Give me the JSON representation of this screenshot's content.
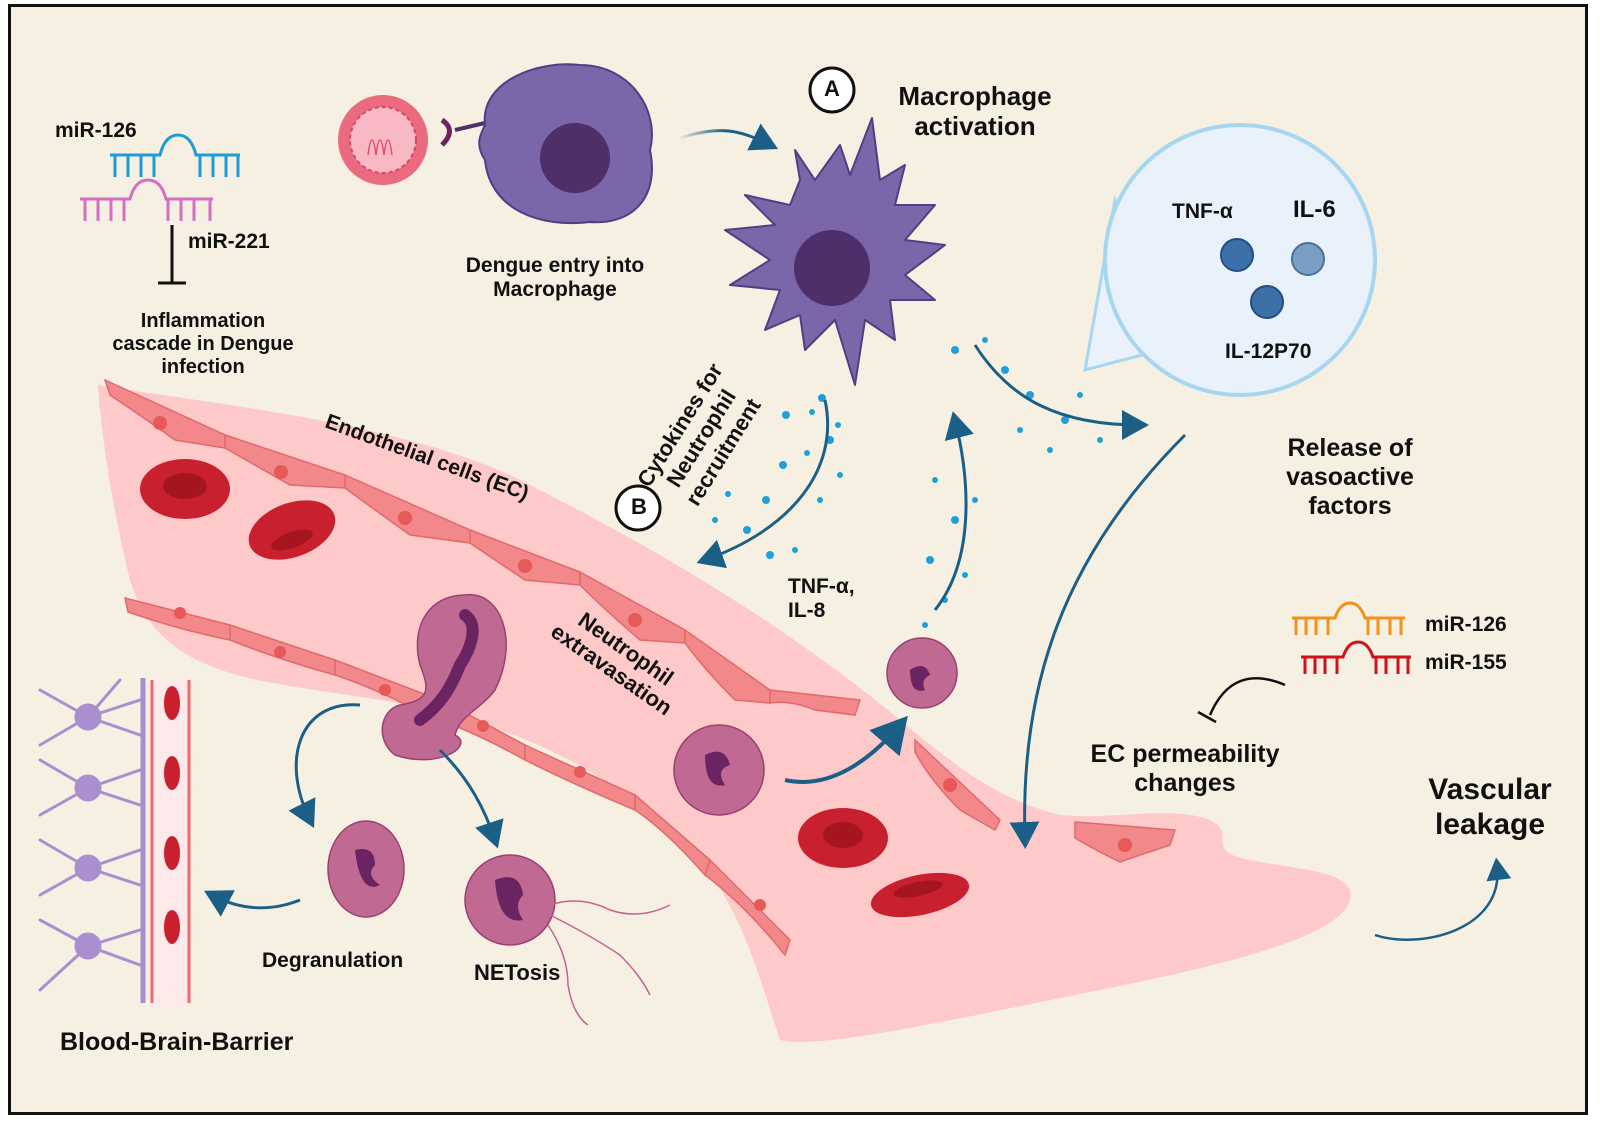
{
  "figure": {
    "colors": {
      "background": "#f6f0e3",
      "vessel": "#fdc9c9",
      "endothelial": "#f2888a",
      "rbc": "#c8202f",
      "macrophage": "#7a66a8",
      "macrophage_nucleus": "#4e2f6a",
      "neutrophil": "#c06a93",
      "neutrophil_nucleus": "#6b2462",
      "arrow": "#1c5f86",
      "cytokine_dot": "#1ea1d8",
      "mir126_top": "#1e9bd7",
      "mir221": "#d46fc4",
      "mir126_right": "#f0921c",
      "mir155": "#d0121b",
      "astrocyte": "#a98ed0"
    },
    "top_left": {
      "mir126_label": "miR-126",
      "mir221_label": "miR-221",
      "caption_line1": "Inflammation",
      "caption_line2": "cascade in Dengue",
      "caption_line3": "infection"
    },
    "dengue_entry": {
      "line1": "Dengue entry into",
      "line2": "Macrophage"
    },
    "step_a": {
      "badge": "A",
      "line1": "Macrophage",
      "line2": "activation"
    },
    "cytokine_bubble": {
      "items": [
        "TNF-α",
        "IL-6",
        "IL-12P70"
      ]
    },
    "step_b": {
      "badge": "B",
      "line1": "Cytokines for",
      "line2": "Neutrophil",
      "line3": "recruitment"
    },
    "chemokines": {
      "line1": "TNF-α,",
      "line2": "IL-8"
    },
    "release": {
      "line1": "Release of",
      "line2": "vasoactive",
      "line3": "factors"
    },
    "endothelial_label": "Endothelial cells (EC)",
    "extravasation": {
      "line1": "Neutrophil",
      "line2": "extravasation"
    },
    "right_mirs": {
      "mir126_label": "miR-126",
      "mir155_label": "miR-155"
    },
    "ec_permeability": {
      "line1": "EC permeability",
      "line2": "changes"
    },
    "vascular_leakage": {
      "line1": "Vascular",
      "line2": "leakage"
    },
    "degranulation_label": "Degranulation",
    "netosis_label": "NETosis",
    "bbb_label": "Blood-Brain-Barrier"
  }
}
